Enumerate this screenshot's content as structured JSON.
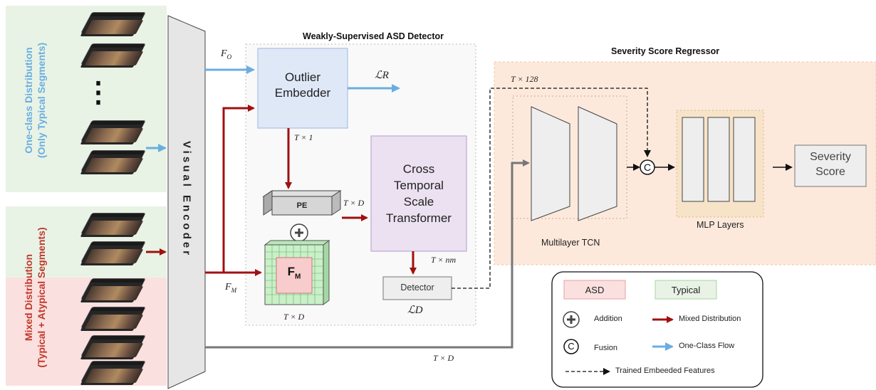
{
  "left_panels": {
    "one_class": {
      "line1": "One-class Distribution",
      "line2": "(Only Typical Segments)",
      "color": "#6aaee0"
    },
    "mixed": {
      "line1": "Mixed Distribution",
      "line2": "(Typical + Atypical Segments)",
      "color": "#c0392b"
    },
    "ellipsis": "⋮"
  },
  "encoder": {
    "label": "Visual Encoder"
  },
  "detector_section": {
    "title": "Weakly-Supervised ASD Detector",
    "outlier_embedder": "Outlier Embedder",
    "loss_r": "ℒR",
    "pe": "PE",
    "fm": "F",
    "fm_sub": "M",
    "transformer": "Cross Temporal Scale Transformer",
    "detector": "Detector",
    "loss_d": "ℒD",
    "dims": {
      "t1": "T × 1",
      "td": "T × D",
      "tnm": "T × nm",
      "td_bottom": "T × D"
    },
    "inputs": {
      "fo": "F",
      "fo_sub": "O",
      "fm": "F",
      "fm_sub": "M"
    }
  },
  "regressor_section": {
    "title": "Severity Score Regressor",
    "tcn_label": "Multilayer TCN",
    "mlp_label": "MLP Layers",
    "fusion_symbol": "C",
    "output": "Severity Score",
    "dim_128": "T × 128",
    "dim_td": "T × D"
  },
  "legend": {
    "asd": "ASD",
    "typical": "Typical",
    "addition": "Addition",
    "mixed_distribution": "Mixed Distribution",
    "fusion": "Fusion",
    "one_class_flow": "One-Class Flow",
    "trained": "Trained Embeeded Features"
  },
  "colors": {
    "dark_red": "#a01010",
    "light_blue": "#6aaee0",
    "embedder_fill": "#dfe8f7",
    "transformer_fill": "#ebe1f0",
    "regressor_bg": "#fde9dc",
    "mlp_bg": "#f7e3c8"
  }
}
